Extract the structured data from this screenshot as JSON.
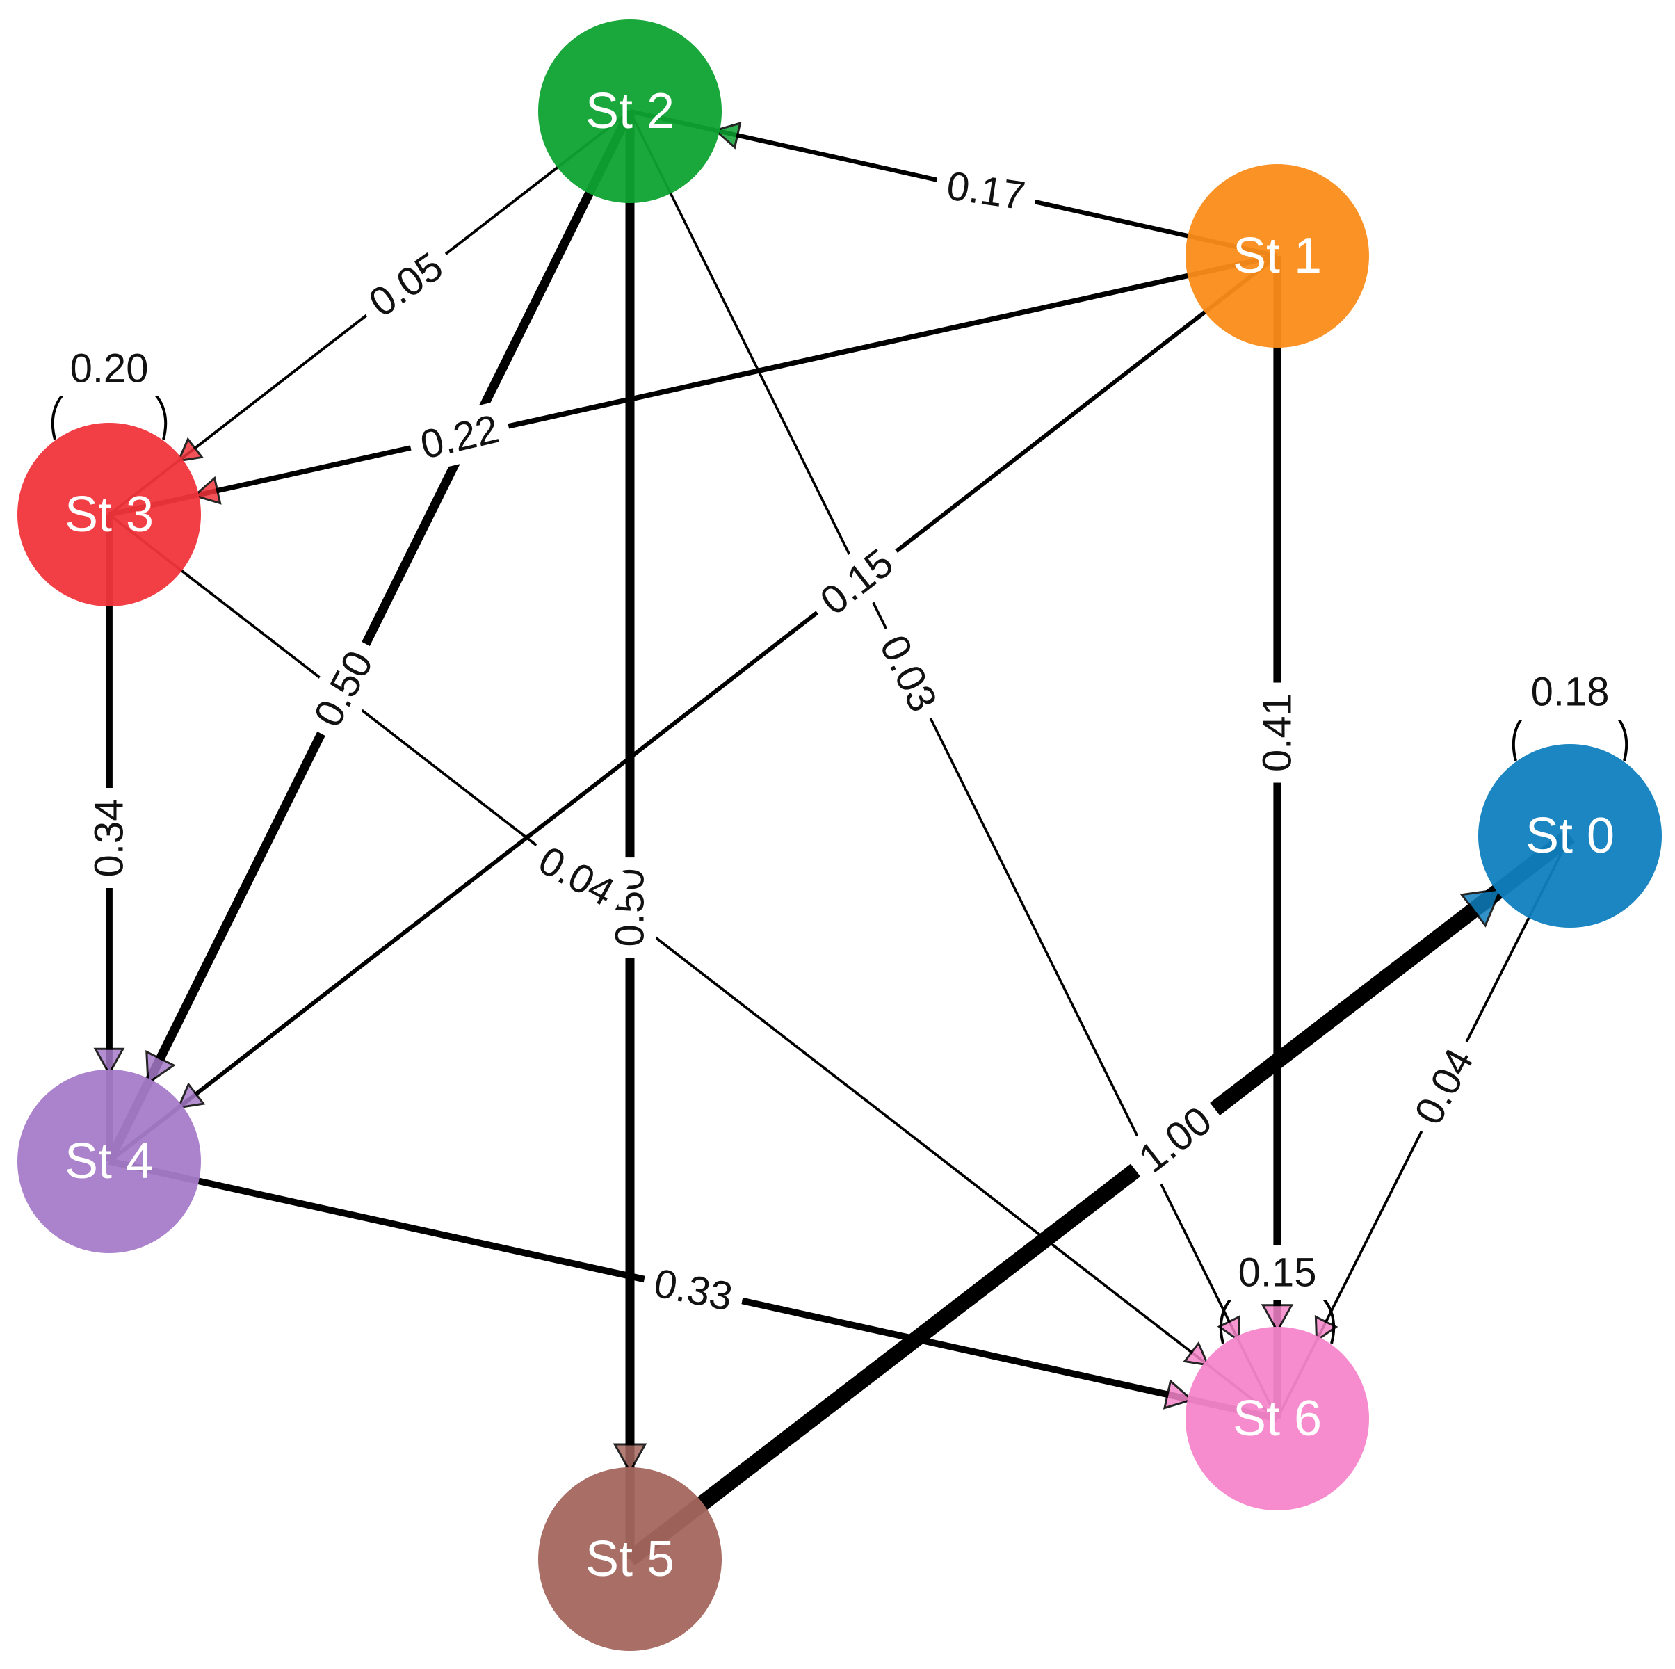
{
  "nodes": [
    {
      "id": "s0",
      "label": "St 0",
      "color": "#0F7FBF"
    },
    {
      "id": "s1",
      "label": "St 1",
      "color": "#FB8C19"
    },
    {
      "id": "s2",
      "label": "St 2",
      "color": "#0EA332"
    },
    {
      "id": "s3",
      "label": "St 3",
      "color": "#F1353B"
    },
    {
      "id": "s4",
      "label": "St 4",
      "color": "#A67BC9"
    },
    {
      "id": "s5",
      "label": "St 5",
      "color": "#A4675E"
    },
    {
      "id": "s6",
      "label": "St 6",
      "color": "#F585CB"
    }
  ],
  "edges": [
    {
      "from": "s1",
      "to": "s2",
      "label": "0.17",
      "weight": 0.17
    },
    {
      "from": "s2",
      "to": "s3",
      "label": "0.05",
      "weight": 0.05
    },
    {
      "from": "s1",
      "to": "s3",
      "label": "0.22",
      "weight": 0.22
    },
    {
      "from": "s2",
      "to": "s4",
      "label": "0.50",
      "weight": 0.5
    },
    {
      "from": "s2",
      "to": "s5",
      "label": "0.50",
      "weight": 0.5
    },
    {
      "from": "s1",
      "to": "s4",
      "label": "0.15",
      "weight": 0.15
    },
    {
      "from": "s2",
      "to": "s6",
      "label": "0.03",
      "weight": 0.03
    },
    {
      "from": "s1",
      "to": "s6",
      "label": "0.41",
      "weight": 0.41
    },
    {
      "from": "s3",
      "to": "s4",
      "label": "0.34",
      "weight": 0.34
    },
    {
      "from": "s3",
      "to": "s6",
      "label": "0.04",
      "weight": 0.04
    },
    {
      "from": "s4",
      "to": "s6",
      "label": "0.33",
      "weight": 0.33
    },
    {
      "from": "s5",
      "to": "s0",
      "label": "1.00",
      "weight": 1.0
    },
    {
      "from": "s0",
      "to": "s6",
      "label": "0.04",
      "weight": 0.04
    }
  ],
  "self_loops": [
    {
      "node": "s3",
      "label": "0.20"
    },
    {
      "node": "s0",
      "label": "0.18"
    },
    {
      "node": "s6",
      "label": "0.15"
    }
  ]
}
